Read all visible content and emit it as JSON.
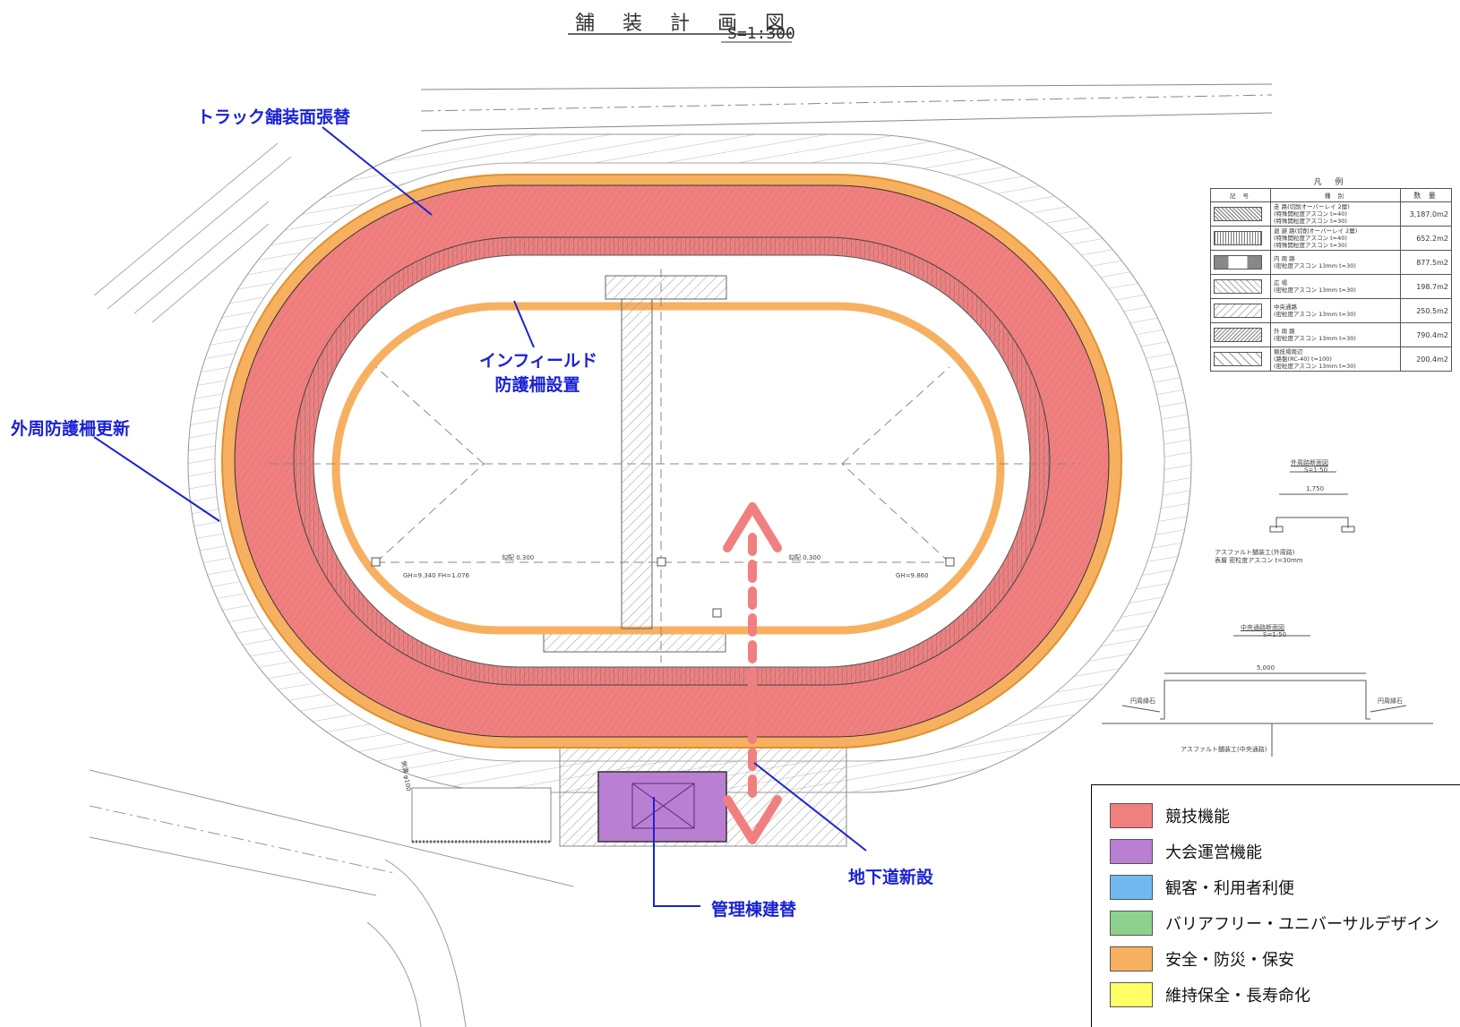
{
  "drawing": {
    "title": "舗 装 計 画 図",
    "scale": "S=1:300"
  },
  "callouts": {
    "track": "トラック舗装面張替",
    "infield_line1": "インフィールド",
    "infield_line2": "防護柵設置",
    "outer_fence": "外周防護柵更新",
    "underpass": "地下道新設",
    "admin_building": "管理棟建替"
  },
  "legend": {
    "items": [
      {
        "label": "競技機能",
        "color": "#f08080"
      },
      {
        "label": "大会運営機能",
        "color": "#b97fd2"
      },
      {
        "label": "観客・利用者利便",
        "color": "#72b8f0"
      },
      {
        "label": "バリアフリー・ユニバーサルデザイン",
        "color": "#8ed08e"
      },
      {
        "label": "安全・防災・保安",
        "color": "#f7b060"
      },
      {
        "label": "維持保全・長寿命化",
        "color": "#ffff66"
      }
    ]
  },
  "quantity_table": {
    "title": "凡 例",
    "headers": [
      "記 号",
      "種 別",
      "数 量"
    ],
    "rows": [
      {
        "kind1": "走 路(切削オーバーレイ 2層)",
        "kind2": "(特殊開粒度アスコン t=40)",
        "kind3": "(特殊開粒度アスコン t=30)",
        "amount": "3,187.0m2"
      },
      {
        "kind1": "退 避 路(切削オーバーレイ 2層)",
        "kind2": "(特殊開粒度アスコン t=40)",
        "kind3": "(特殊開粒度アスコン t=30)",
        "amount": "652.2m2"
      },
      {
        "kind1": "内 周 路",
        "kind2": "(密粒度アスコン 13mm t=30)",
        "kind3": "",
        "amount": "877.5m2"
      },
      {
        "kind1": "広 場",
        "kind2": "(密粒度アスコン 13mm t=30)",
        "kind3": "",
        "amount": "198.7m2"
      },
      {
        "kind1": "中央通路",
        "kind2": "(密粒度アスコン 13mm t=30)",
        "kind3": "",
        "amount": "250.5m2"
      },
      {
        "kind1": "外 周 路",
        "kind2": "(密粒度アスコン 13mm t=30)",
        "kind3": "",
        "amount": "790.4m2"
      },
      {
        "kind1": "競技場周辺",
        "kind2": "(路盤(RC-40) t=100)",
        "kind3": "(密粒度アスコン 13mm t=30)",
        "amount": "200.4m2"
      }
    ]
  },
  "sections": {
    "outer_title": "外周路断面図",
    "outer_scale": "S=1:50",
    "outer_width": "1,750",
    "outer_note1": "アスファルト舗装工(外周路)",
    "outer_note2": "表層 密粒度アスコン t=30mm",
    "center_title": "中央通路断面図",
    "center_scale": "S=1:50",
    "center_width": "5,000",
    "curb_left": "円周縁石",
    "curb_right": "円周縁石",
    "center_note": "アスファルト舗装工(中央通路)"
  },
  "plan_labels": {
    "grade_left": "勾配 0.300",
    "grade_right": "勾配 0.300",
    "point_left": "GH=9.340 FH=1.076",
    "point_right": "GH=9.860",
    "gutter": "側溝 φ100"
  }
}
